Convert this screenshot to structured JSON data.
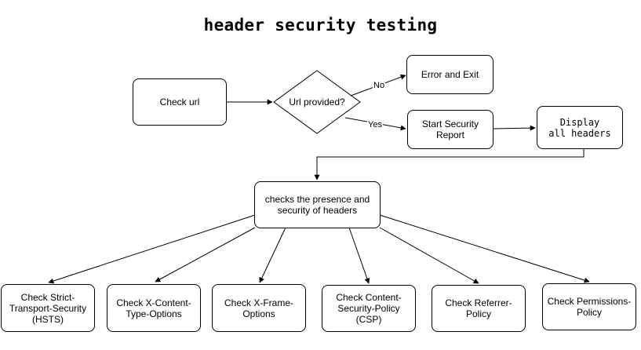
{
  "title": "header security testing",
  "nodes": {
    "check_url": "Check url",
    "decision": "Url provided?",
    "error_exit": "Error and Exit",
    "start_report": "Start Security\nReport",
    "display_headers": "Display\nall headers",
    "checks_presence": "checks the presence and\nsecurity of headers",
    "hsts": "Check Strict-\nTransport-Security\n(HSTS)",
    "xcto": "Check X-Content-\nType-Options",
    "xfo": "Check X-Frame-\nOptions",
    "csp": "Check Content-\nSecurity-Policy (CSP)",
    "referrer": "Check Referrer-Policy",
    "permissions": "Check Permissions-\nPolicy"
  },
  "edges": {
    "no_label": "No",
    "yes_label": "Yes"
  },
  "colors": {
    "stroke": "#000000",
    "fill": "#ffffff"
  }
}
